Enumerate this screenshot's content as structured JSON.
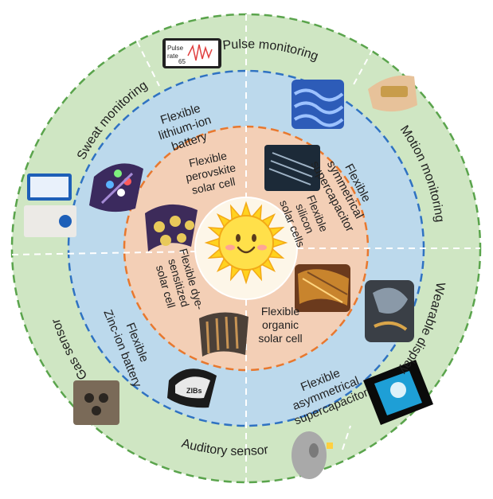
{
  "diagram": {
    "center": {
      "icon": "smiling-sun-icon"
    },
    "inner_ring": {
      "segments": [
        {
          "id": "perovskite",
          "lines": [
            "Flexible",
            "perovskite",
            "solar cell"
          ],
          "image": "perovskite-solar-cell-photo"
        },
        {
          "id": "silicon",
          "lines": [
            "Flexible",
            "silicon",
            "solar cells"
          ],
          "image": "silicon-solar-cell-photo"
        },
        {
          "id": "organic",
          "lines": [
            "Flexible",
            "organic",
            "solar cell"
          ],
          "image": "organic-solar-cell-photo"
        },
        {
          "id": "dye",
          "lines": [
            "Flexible dye-",
            "sensitized",
            "solar cell"
          ],
          "image": "dye-sensitized-solar-cell-photo"
        }
      ]
    },
    "middle_ring": {
      "segments": [
        {
          "id": "lithium",
          "lines": [
            "Flexible",
            "lithium-ion",
            "battery"
          ],
          "image": "lithium-ion-battery-photo"
        },
        {
          "id": "symmetric",
          "lines": [
            "Flexible",
            "symmetrical",
            "supercapacitor"
          ],
          "image": "symmetrical-supercapacitor-photo"
        },
        {
          "id": "asymmetric",
          "lines": [
            "Flexible",
            "asymmetrical",
            "supercapacitor"
          ],
          "image": "asymmetrical-supercapacitor-photo"
        },
        {
          "id": "zinc",
          "lines": [
            "Flexible",
            "Zinc-ion battery"
          ],
          "image": "zinc-ion-battery-photo",
          "image_text": "ZIBs"
        }
      ]
    },
    "outer_ring": {
      "segments": [
        {
          "id": "pulse",
          "label": "Pulse monitoring",
          "image": "pulse-rate-phone-photo",
          "image_text": [
            "Pulse",
            "rate",
            "65"
          ]
        },
        {
          "id": "motion",
          "label": "Motion monitoring",
          "image": "motion-sensor-hand-photo"
        },
        {
          "id": "display",
          "label": "Wearable display",
          "image": "wearable-display-photo"
        },
        {
          "id": "auditory",
          "label": "Auditory sensor",
          "image": "auditory-sensor-photo"
        },
        {
          "id": "gas",
          "label": "Gas sensor",
          "image": "gas-sensor-photo"
        },
        {
          "id": "sweat",
          "label": "Sweat monitoring",
          "image": "sweat-sensor-photo"
        }
      ]
    },
    "colors": {
      "outer_ring": "#cfe6c3",
      "outer_border": "#5aa44c",
      "middle_ring": "#bcd9ec",
      "middle_border": "#2f72c2",
      "inner_ring": "#f3cfb6",
      "inner_border": "#e8782e",
      "center": "#fdf6e8",
      "sun": "#ffd21f",
      "divider": "#ffffff"
    }
  }
}
